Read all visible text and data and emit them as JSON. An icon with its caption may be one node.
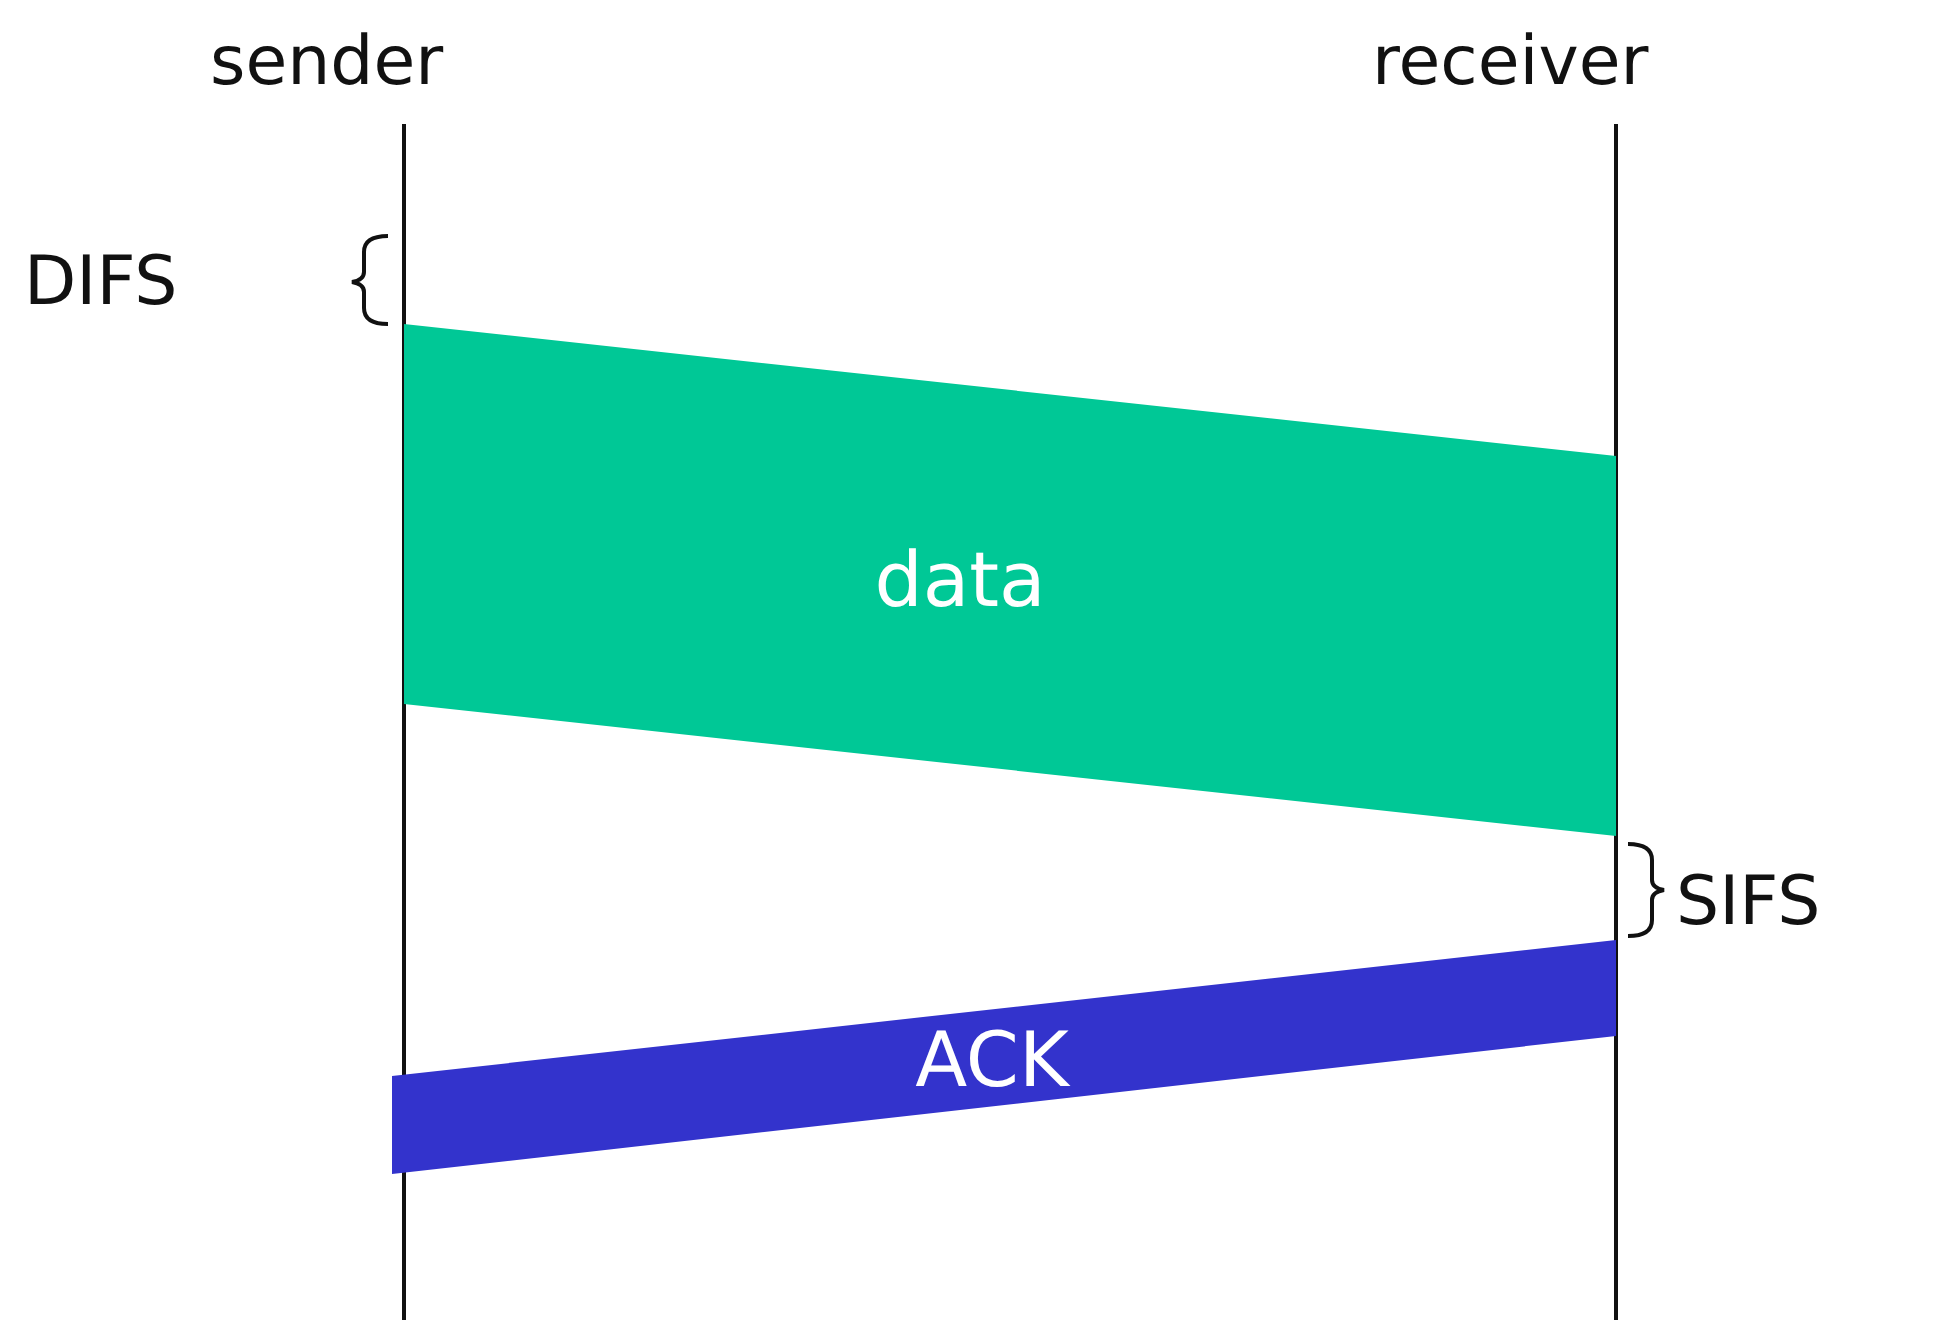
{
  "diagram": {
    "nodes": [
      {
        "text": [
          "data"
        ]
      },
      {
        "text": [
          "ACK"
        ]
      }
    ],
    "labels": [
      "sender",
      "receiver",
      "DIFS",
      "SIFS"
    ]
  }
}
